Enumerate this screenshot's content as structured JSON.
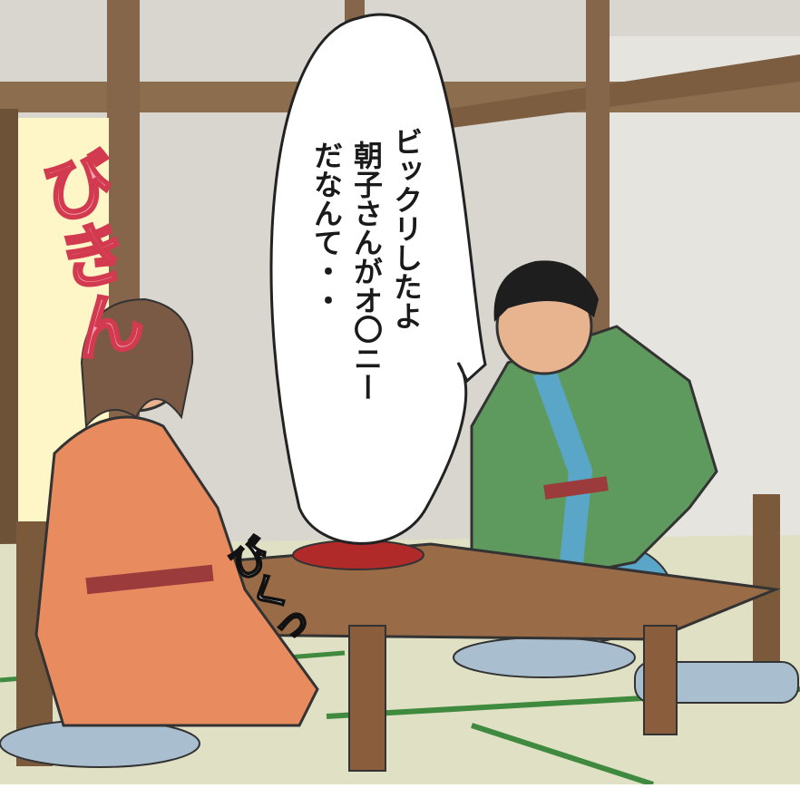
{
  "speech_bubble": {
    "lines": [
      "ビックリしたよ",
      "朝子さんがオ〇ニー",
      "だなんて・・"
    ]
  },
  "sound_effects": {
    "shock": "びきん",
    "startle": "びくっ"
  },
  "colors": {
    "wall": "#dcdad4",
    "wood": "#7a5a3a",
    "table": "#9a6b47",
    "tatami": "#dfe0c4",
    "tatami_line": "#3f8a3f",
    "woman_yukata": "#e88b5f",
    "man_jacket": "#5e9a5e",
    "man_yukata": "#5aa6c8",
    "sfx_pink": "#f4a0b0",
    "sfx_outline": "#d23a50"
  }
}
